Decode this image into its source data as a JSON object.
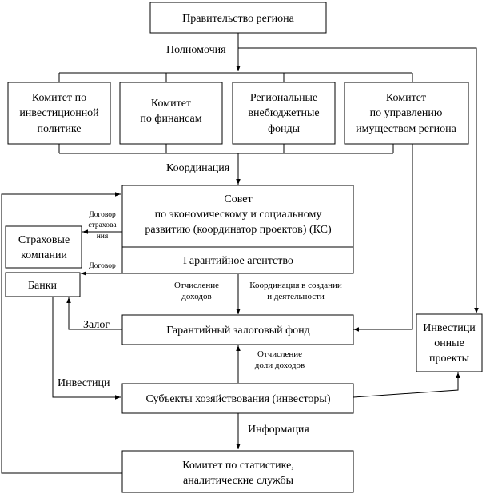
{
  "nodes": {
    "government": "Правительство региона",
    "committee_investment": [
      "Комитет по",
      "инвестиционной",
      "политике"
    ],
    "committee_finance": [
      "Комитет",
      "по финансам"
    ],
    "extrabudget_funds": [
      "Региональные",
      "внебюджетные",
      "фонды"
    ],
    "committee_property": [
      "Комитет",
      "по управлению",
      "имуществом региона"
    ],
    "council": [
      "Совет",
      "по экономическому и социальному",
      "развитию (координатор проектов) (КС)"
    ],
    "guarantee_agency": "Гарантийное агентство",
    "insurance": [
      "Страховые",
      "компании"
    ],
    "banks": "Банки",
    "guarantee_fund": "Гарантийный залоговый фонд",
    "investment_projects": [
      "Инвестици",
      "онные",
      "проекты"
    ],
    "entities": "Субъекты хозяйствования (инвесторы)",
    "statistics": [
      "Комитет по статистике,",
      "аналитические службы"
    ]
  },
  "edge_labels": {
    "powers": "Полномочия",
    "coordination": "Координация",
    "insurance_contract": [
      "Договор",
      "страхова",
      "ния"
    ],
    "contract": "Договор",
    "deduction_income": [
      "Отчисление",
      "доходов"
    ],
    "coordination_creation": [
      "Координация в создании",
      "и деятельности"
    ],
    "pledge": "Залог",
    "deduction_share": [
      "Отчисление",
      "доли доходов"
    ],
    "investments": "Инвестици",
    "information": "Информация"
  }
}
